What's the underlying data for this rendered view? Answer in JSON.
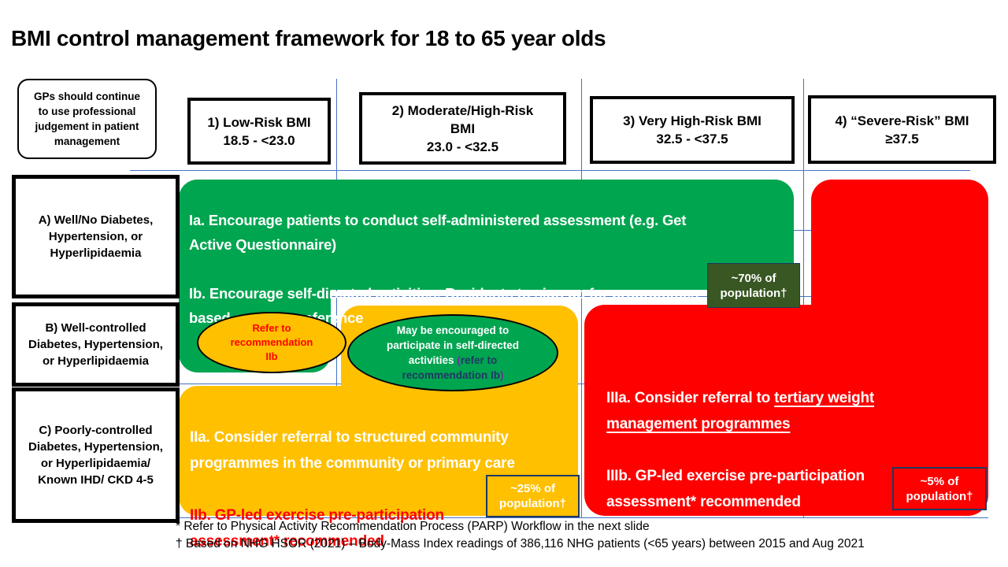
{
  "title": "BMI control management framework for 18 to 65 year olds",
  "gp_note": "GPs should continue\nto use professional\njudgement in patient\nmanagement",
  "bmi_columns": [
    {
      "name": "1) Low-Risk  BMI",
      "range": "18.5 - <23.0"
    },
    {
      "name": "2) Moderate/High-Risk\nBMI",
      "range": "23.0 - <32.5"
    },
    {
      "name": "3) Very High-Risk  BMI",
      "range": "32.5 - <37.5"
    },
    {
      "name": "4) “Severe-Risk” BMI",
      "range": "≥37.5"
    }
  ],
  "row_labels": [
    "A) Well/No Diabetes,\nHypertension, or\nHyperlipidaemia",
    "B) Well-controlled\nDiabetes, Hypertension,\nor Hyperlipidaemia",
    "C) Poorly-controlled\nDiabetes, Hypertension,\nor Hyperlipidaemia/\nKnown IHD/ CKD 4-5"
  ],
  "recommendations": {
    "green": {
      "ia": "Ia. Encourage patients to conduct self-administered assessment (e.g. Get\nActive Questionnaire)",
      "ib": "Ib. Encourage self-directed activities: Residents to sign up for programmes\nbased on their preference"
    },
    "orange": {
      "iia": "IIa. Consider referral to structured community\nprogrammes in the community or primary care",
      "iib": "IIb. GP-led exercise pre-participation\nassessment* recommended"
    },
    "red": {
      "iiia_prefix": "IIIa. Consider referral to ",
      "iiia_underlined": "tertiary weight\nmanagement programmes",
      "iiib": "IIIb. GP-led exercise pre-participation\nassessment* recommended"
    }
  },
  "callouts": {
    "refer_iib": "Refer  to\nrecommendation\nIIb",
    "self_directed": "May be encouraged to\nparticipate in self-directed\nactivities ",
    "paren_open": "(",
    "self_directed_ref": "refer to\nrecommendation Ib",
    "paren_close": ")"
  },
  "badges": {
    "green": "~70% of\npopulation†",
    "orange": "~25% of\npopulation†",
    "red": "~5% of\npopulation†"
  },
  "footnotes": [
    "* Refer to Physical Activity Recommendation Process (PARP) Workflow in the next slide",
    "† Based on NHG HSOR (2021) – Body-Mass Index readings of 386,116 NHG patients (<65 years) between 2015 and Aug 2021"
  ],
  "colors": {
    "green": "#00A550",
    "orange": "#FFC000",
    "red": "#FF0000",
    "dark_green_badge": "#385723",
    "grid_blue": "#4472C4",
    "navy": "#1F3864",
    "purple": "#7030A0"
  }
}
